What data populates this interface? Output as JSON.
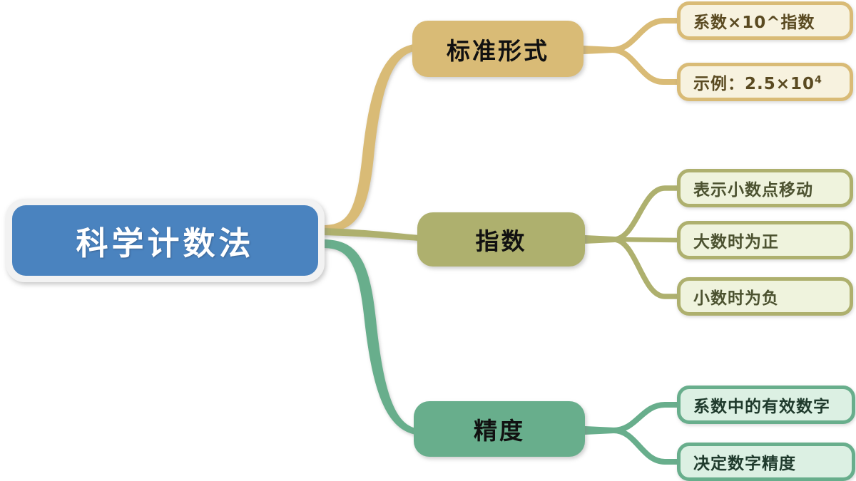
{
  "diagram": {
    "type": "mind-map",
    "root": {
      "label": "科学计数法",
      "color": "#4a83bf",
      "text_color": "#ffffff"
    },
    "branches": [
      {
        "label": "标准形式",
        "color": "#d9bb76",
        "leaf_fill": "#f7f2df",
        "leaves": [
          {
            "label": "系数×10^指数"
          },
          {
            "label": "示例：2.5×10",
            "sup": "4"
          }
        ]
      },
      {
        "label": "指数",
        "color": "#aeb06e",
        "leaf_fill": "#eff3dd",
        "leaves": [
          {
            "label": "表示小数点移动"
          },
          {
            "label": "大数时为正"
          },
          {
            "label": "小数时为负"
          }
        ]
      },
      {
        "label": "精度",
        "color": "#68ae8c",
        "leaf_fill": "#dcf0e3",
        "leaves": [
          {
            "label": "系数中的有效数字"
          },
          {
            "label": "决定数字精度"
          }
        ]
      }
    ]
  }
}
